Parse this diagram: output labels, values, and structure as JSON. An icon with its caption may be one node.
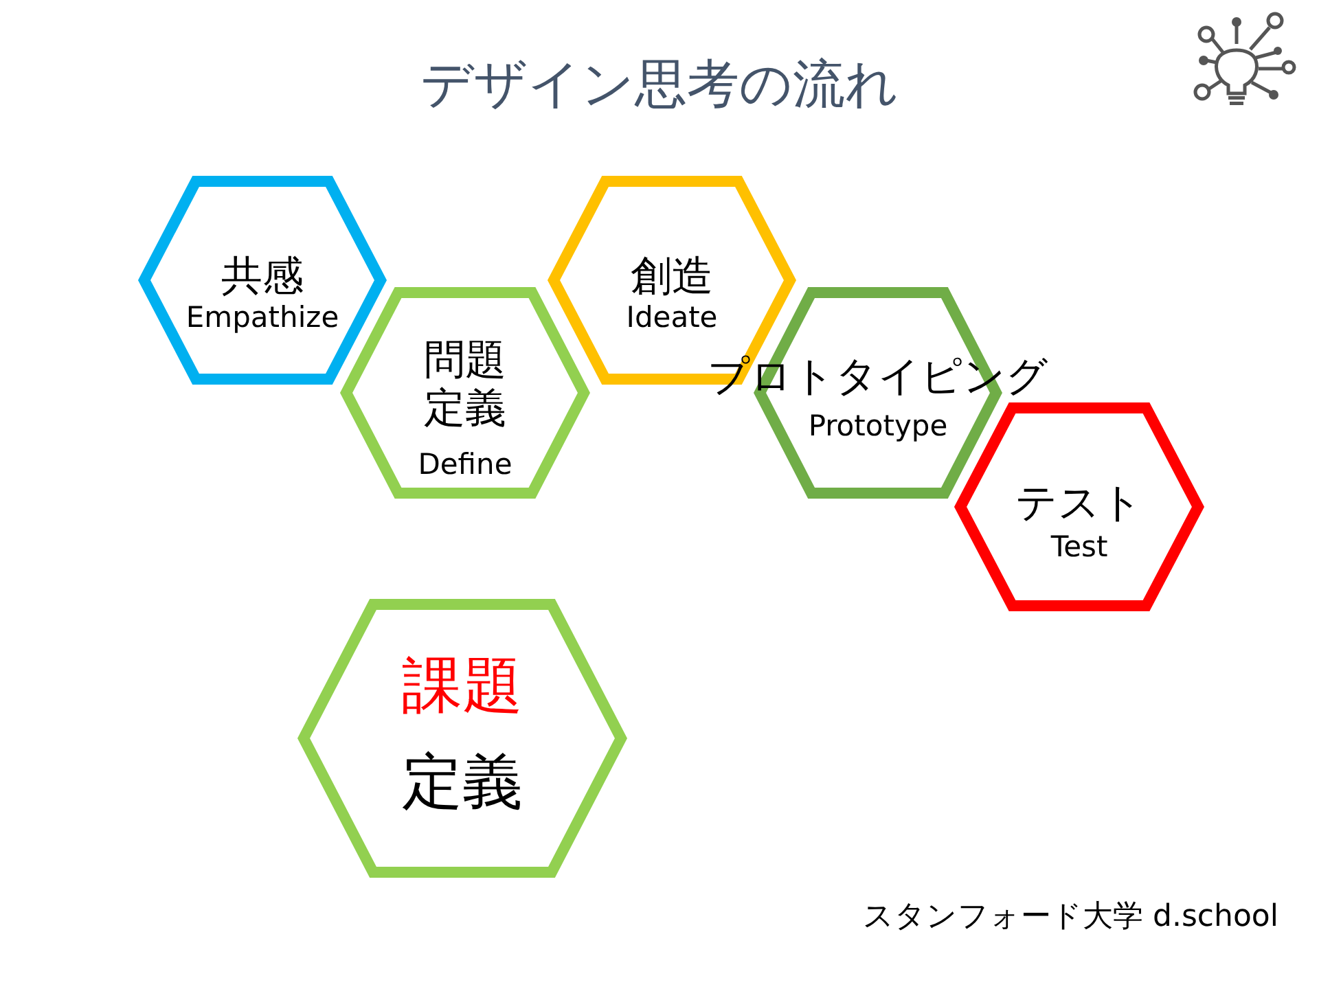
{
  "diagram": {
    "title": "デザイン思考の流れ",
    "nodes": [
      {
        "text": [
          "共感",
          "Empathize"
        ]
      },
      {
        "text": [
          "問題定義",
          "Define"
        ]
      },
      {
        "text": [
          "創造",
          "Ideate"
        ]
      },
      {
        "text": [
          "プロトタイピング",
          "Prototype"
        ]
      },
      {
        "text": [
          "テスト",
          "Test"
        ]
      },
      {
        "text": [
          "課題",
          "定義"
        ]
      }
    ],
    "edges": [],
    "labels": [
      "スタンフォード大学 d.school"
    ]
  }
}
